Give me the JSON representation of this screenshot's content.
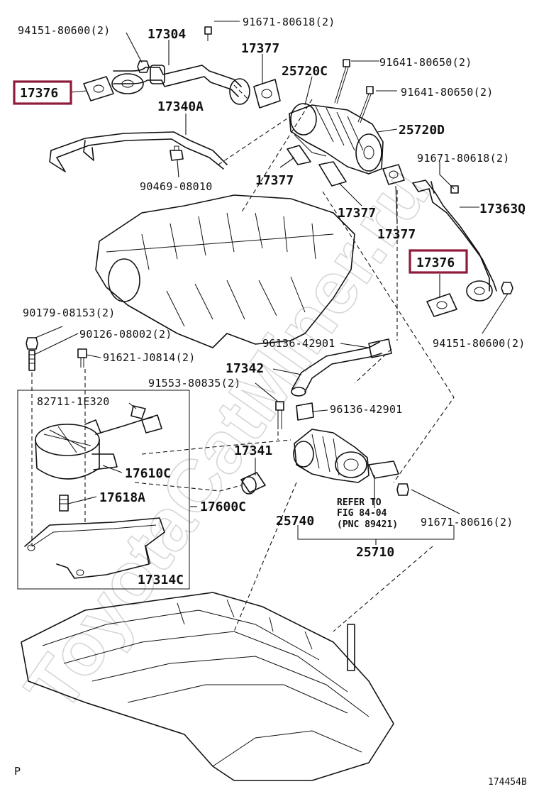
{
  "watermark": "ToyotaCatMiner.ru",
  "callouts": {
    "c_94151_top": "94151-80600(2)",
    "c_17304": "17304",
    "c_91671_618_top": "91671-80618(2)",
    "c_17377_top": "17377",
    "c_25720C": "25720C",
    "c_91641_a": "91641-80650(2)",
    "c_17376_top": "17376",
    "c_91641_b": "91641-80650(2)",
    "c_17340A": "17340A",
    "c_25720D": "25720D",
    "c_91671_618_right": "91671-80618(2)",
    "c_90469": "90469-08010",
    "c_17377_mid": "17377",
    "c_17377_right": "17377",
    "c_17363Q": "17363Q",
    "c_17377_low": "17377",
    "c_17376_right": "17376",
    "c_90179": "90179-08153(2)",
    "c_90126": "90126-08002(2)",
    "c_96136_a": "96136-42901",
    "c_94151_right": "94151-80600(2)",
    "c_91621": "91621-J0814(2)",
    "c_17342": "17342",
    "c_91553": "91553-80835(2)",
    "c_82711": "82711-1E320",
    "c_96136_b": "96136-42901",
    "c_17341": "17341",
    "c_17610C": "17610C",
    "c_17618A": "17618A",
    "c_17600C": "17600C",
    "c_ref_1": "REFER TO",
    "c_ref_2": "FIG 84-04",
    "c_ref_3": "(PNC 89421)",
    "c_25740": "25740",
    "c_91671_616": "91671-80616(2)",
    "c_25710": "25710",
    "c_17314C": "17314C",
    "c_P": "P",
    "c_fig": "174454B"
  },
  "colors": {
    "highlight": "#8e1b3a",
    "line": "#111111",
    "watermark": "#d6d6d6"
  }
}
